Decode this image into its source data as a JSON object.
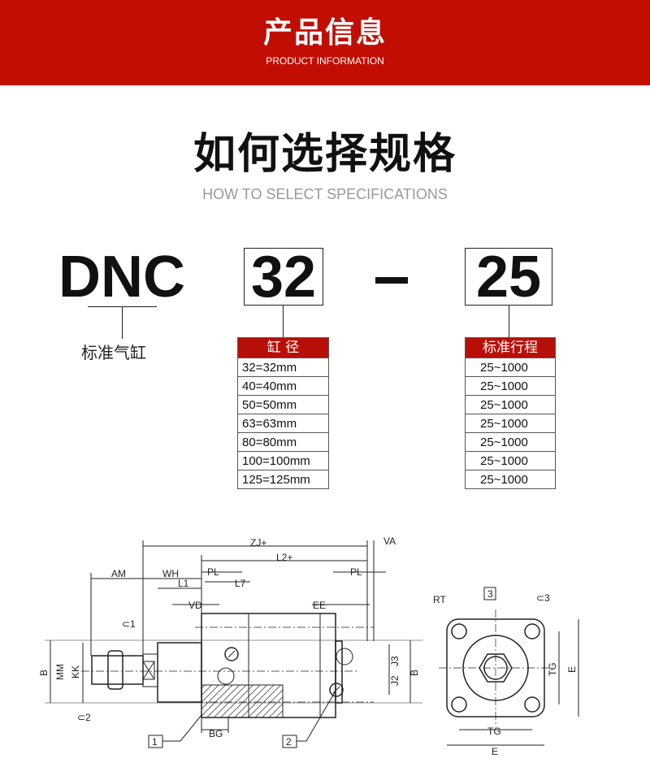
{
  "banner": {
    "title": "产品信息",
    "subtitle": "PRODUCT INFORMATION",
    "color": "#c10d02"
  },
  "heading": {
    "title": "如何选择规格",
    "subtitle": "HOW TO SELECT SPECIFICATIONS"
  },
  "model": {
    "series": "DNC",
    "series_label": "标准气缸",
    "bore": "32",
    "separator": "–",
    "stroke": "25"
  },
  "bore_table": {
    "header": "缸 径",
    "rows": [
      "32=32mm",
      "40=40mm",
      "50=50mm",
      "63=63mm",
      "80=80mm",
      "100=100mm",
      "125=125mm"
    ]
  },
  "stroke_table": {
    "header": "标准行程",
    "rows": [
      "25~1000",
      "25~1000",
      "25~1000",
      "25~1000",
      "25~1000",
      "25~1000",
      "25~1000"
    ]
  },
  "drawing": {
    "dims": {
      "zj": "ZJ+",
      "va": "VA",
      "l2": "L2+",
      "am": "AM",
      "wh": "WH",
      "pl1": "PL",
      "pl2": "PL",
      "l1": "L1",
      "l7": "L7",
      "vd": "VD",
      "ee": "EE",
      "b1": "B",
      "mm": "MM",
      "kk": "KK",
      "j3": "J3",
      "j2": "J2",
      "b2": "B",
      "bg": "BG",
      "rt": "RT",
      "tg1": "TG",
      "e1": "E",
      "tg2": "TG",
      "e2": "E"
    },
    "wrench": {
      "w1": "⊂1",
      "w2": "⊂2",
      "w3": "⊂3"
    },
    "callouts": {
      "c1": "1",
      "c2": "2",
      "c3": "3"
    }
  }
}
